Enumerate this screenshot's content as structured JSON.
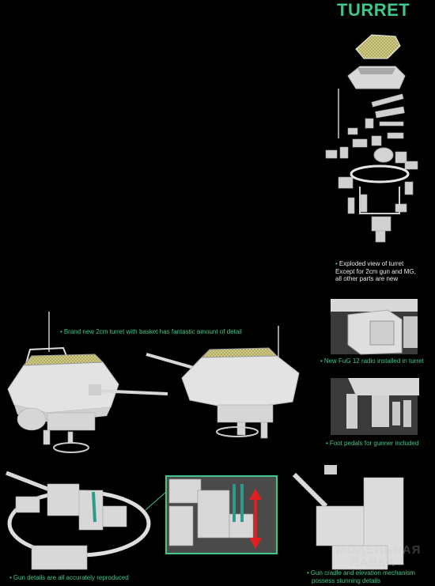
{
  "title": "TURRET",
  "captions": {
    "exploded": [
      "Exploded view of turret",
      "Except for 2cm gun and MG,",
      "all other parts are new"
    ],
    "basket": "Brand new 2cm turret with basket has fantastic amount of detail",
    "radio": "New FuG 12 radio installed in turret",
    "pedals": "Foot pedals for gunner included",
    "gun_details": "Gun details are all accurately reproduced",
    "cradle": [
      "Gun cradle and elevation mechanism",
      "possess stunning details"
    ]
  },
  "watermark": [
    "МОДЕЛЬНАЯ",
    "ЛАВКА"
  ],
  "colors": {
    "accent": "#3fc78a",
    "model_grey": "#d9d9d9",
    "mesh_yellow": "#d6d08a",
    "arrow_red": "#e02020",
    "arrow_teal": "#2e9a8a",
    "panel_green": "#3fc78a"
  }
}
